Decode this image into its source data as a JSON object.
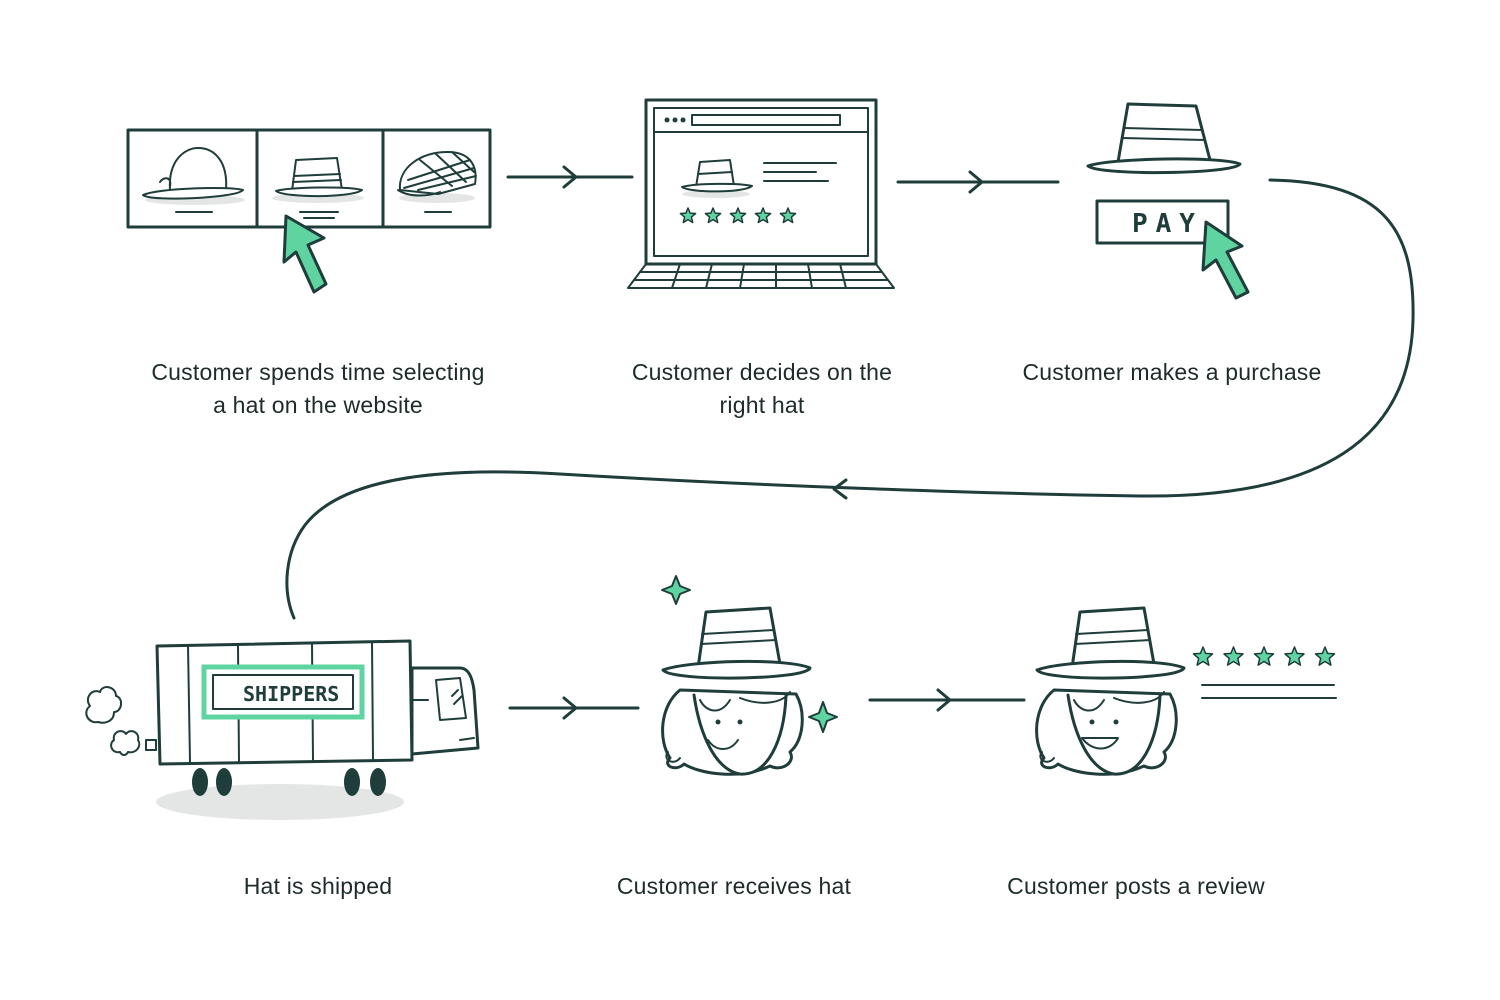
{
  "steps": [
    {
      "label_lines": [
        "Customer spends time selecting",
        "a hat on the website"
      ],
      "icon": "hat-catalog-icon"
    },
    {
      "label_lines": [
        "Customer decides on the",
        "right hat"
      ],
      "icon": "laptop-product-page-icon"
    },
    {
      "label_lines": [
        "Customer makes a purchase"
      ],
      "icon": "pay-button-icon"
    },
    {
      "label_lines": [
        "Hat is shipped"
      ],
      "icon": "delivery-truck-icon"
    },
    {
      "label_lines": [
        "Customer receives hat"
      ],
      "icon": "happy-customer-icon"
    },
    {
      "label_lines": [
        "Customer posts a review"
      ],
      "icon": "reviewing-customer-icon"
    }
  ],
  "pay_button_text": "PAY",
  "truck_sign_text": "SHIPPERS",
  "review_rating_stars": 5,
  "product_rating_stars": 5,
  "colors": {
    "ink": "#1f3d3b",
    "accent": "#5fd3a0",
    "shadow": "#e3e6e5"
  }
}
